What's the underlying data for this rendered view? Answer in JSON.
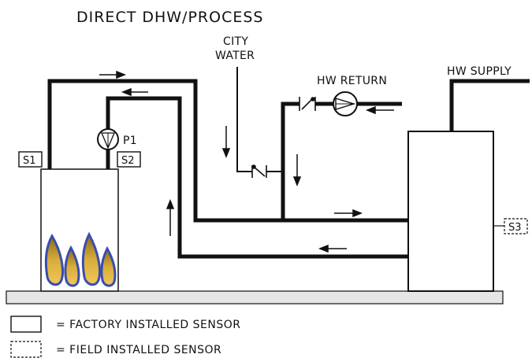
{
  "title": "DIRECT DHW/PROCESS",
  "labels": {
    "city_water_line1": "CITY",
    "city_water_line2": "WATER",
    "hw_return": "HW RETURN",
    "hw_supply": "HW SUPPLY",
    "pump": "P1"
  },
  "sensors": {
    "s1": "S1",
    "s2": "S2",
    "s3": "S3"
  },
  "legend": {
    "factory": "= FACTORY INSTALLED SENSOR",
    "field": "= FIELD INSTALLED SENSOR"
  },
  "colors": {
    "line": "#111111",
    "flame_outer": "#3a4db0",
    "flame_inner": "#c69a2a",
    "floor": "#e6e6e6"
  }
}
